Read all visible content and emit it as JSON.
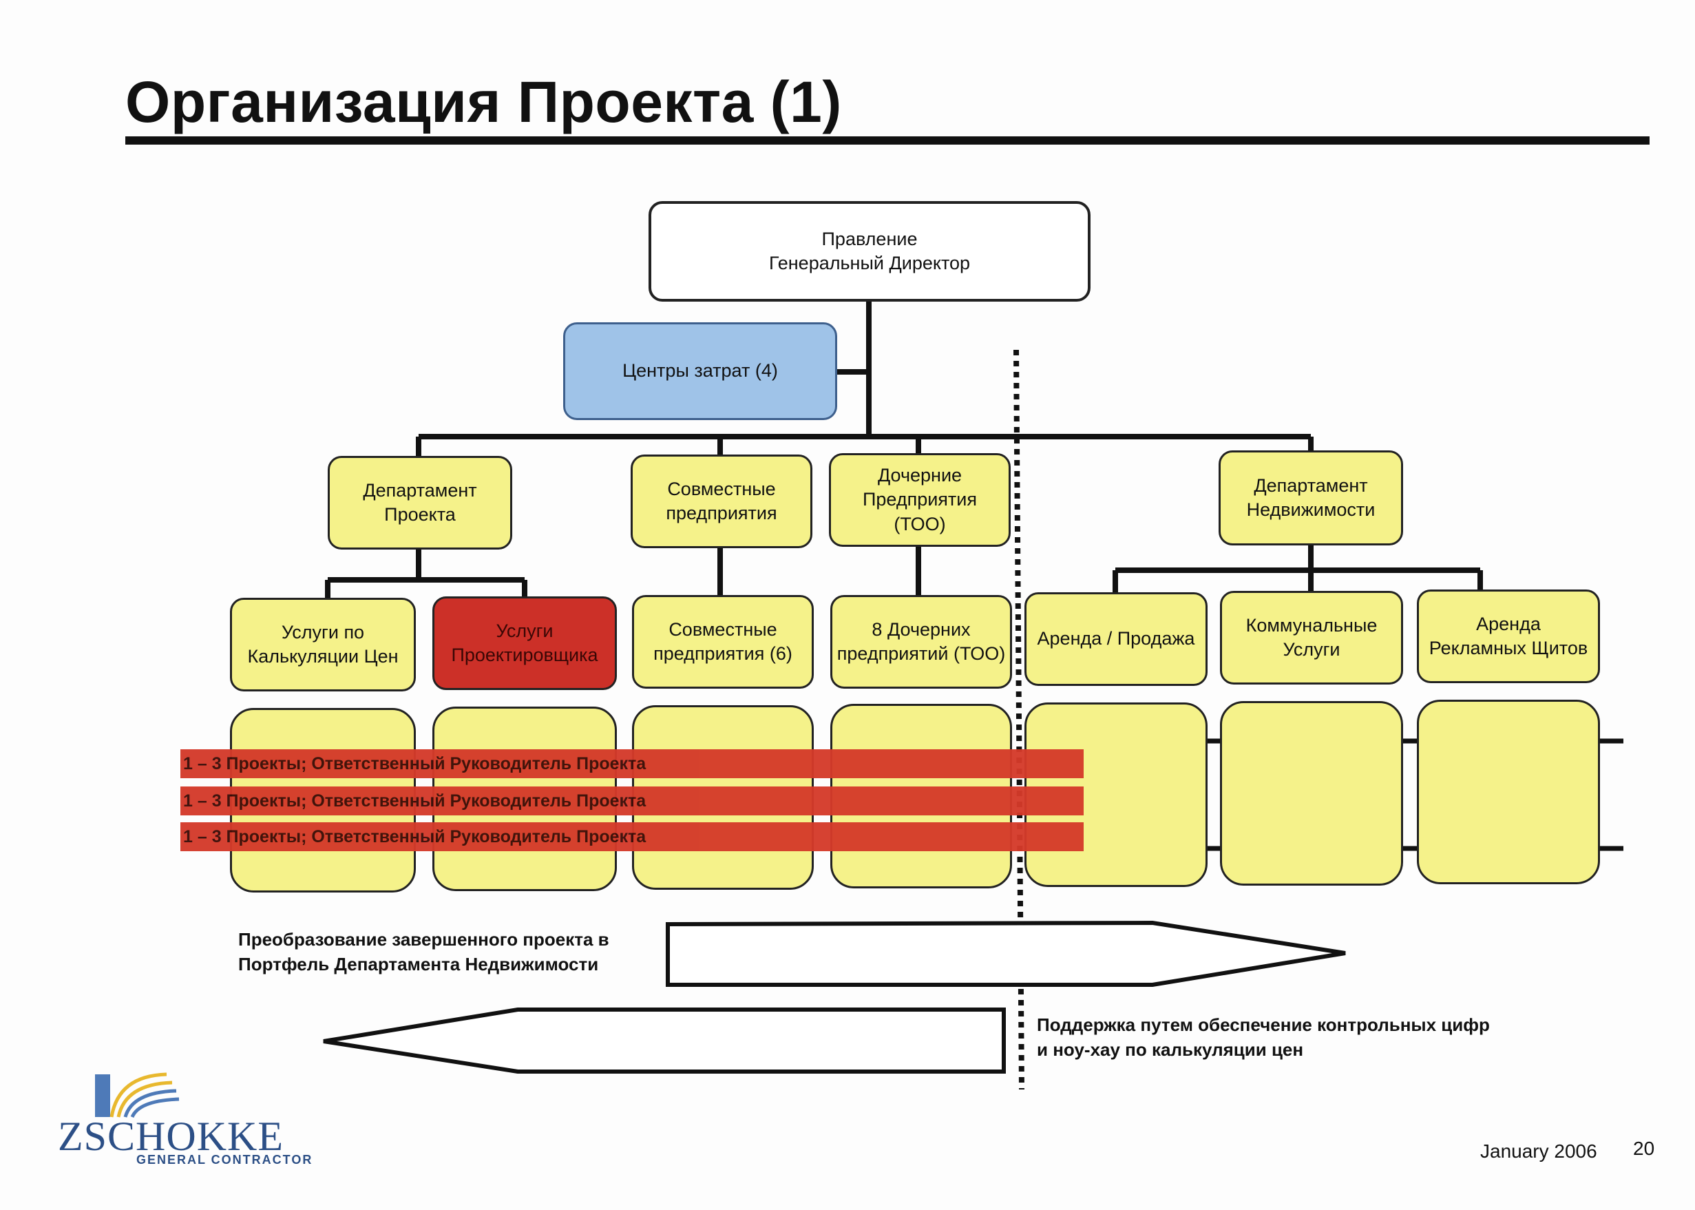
{
  "title": "Организация Проекта (1)",
  "board": {
    "line1": "Правление",
    "line2": "Генеральный Директор"
  },
  "cost_centers": "Центры затрат (4)",
  "level2": [
    {
      "line1": "Департамент",
      "line2": "Проекта"
    },
    {
      "line1": "Совместные",
      "line2": "предприятия"
    },
    {
      "line1": "Дочерние",
      "line2": "Предприятия (ТОО)"
    },
    {
      "line1": "Департамент",
      "line2": "Недвижимости"
    }
  ],
  "level3": [
    {
      "line1": "Услуги по",
      "line2": "Калькуляции Цен"
    },
    {
      "line1": "Услуги",
      "line2": "Проектировщика"
    },
    {
      "line1": "Совместные",
      "line2": "предприятия (6)"
    },
    {
      "line1": "8 Дочерних",
      "line2": "предприятий (ТОО)"
    },
    {
      "line1": "Аренда / Продажа",
      "line2": ""
    },
    {
      "line1": "Коммунальные",
      "line2": "Услуги"
    },
    {
      "line1": "Аренда",
      "line2": "Рекламных Щитов"
    }
  ],
  "project_bars": [
    "1 – 3 Проекты; Ответственный Руководитель Проекта",
    "1 – 3 Проекты; Ответственный Руководитель Проекта",
    "1 – 3 Проекты; Ответственный Руководитель Проекта"
  ],
  "note_transform": {
    "line1": "Преобразование завершенного проекта в",
    "line2": "Портфель Департамента Недвижимости"
  },
  "note_support": {
    "line1": "Поддержка путем обеспечение контрольных цифр",
    "line2": "и ноу-хау по калькуляции цен"
  },
  "footer": {
    "date": "January 2006",
    "page": "20"
  },
  "logo": {
    "name": "ZSCHOKKE",
    "subtitle": "GENERAL CONTRACTOR"
  },
  "colors": {
    "yellow": "#f5f28a",
    "blue": "#9fc3e8",
    "red": "#cc3028",
    "bar_red": "#d43a2a"
  }
}
